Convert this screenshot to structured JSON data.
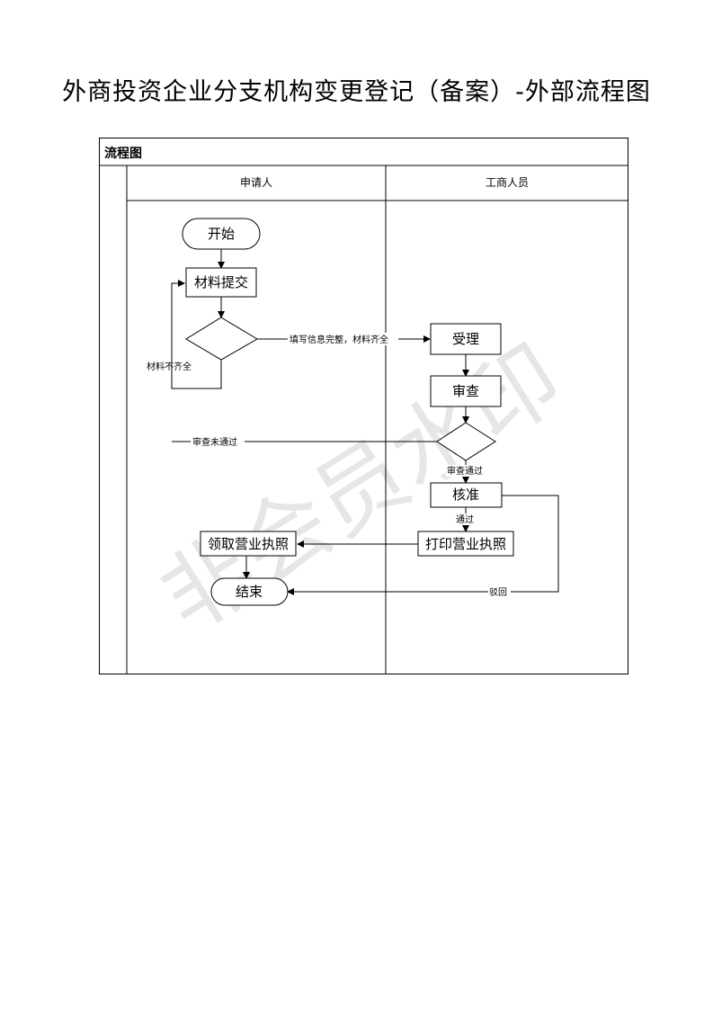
{
  "document": {
    "title": "外商投资企业分支机构变更登记（备案）-外部流程图"
  },
  "flowchart": {
    "panel_title": "流程图",
    "lanes": [
      {
        "id": "applicant",
        "label": "申请人"
      },
      {
        "id": "staff",
        "label": "工商人员"
      }
    ],
    "nodes": {
      "start": "开始",
      "submit": "材料提交",
      "accept": "受理",
      "review": "审查",
      "approve": "核准",
      "print": "打印营业执照",
      "collect": "领取营业执照",
      "end": "结束"
    },
    "edges": {
      "complete": "填写信息完整，材料齐全",
      "incomplete": "材料不齐全",
      "review_fail": "审查未通过",
      "review_pass": "审查通过",
      "approved": "通过",
      "rejected": "驳回"
    },
    "watermark": "非会员水印"
  }
}
